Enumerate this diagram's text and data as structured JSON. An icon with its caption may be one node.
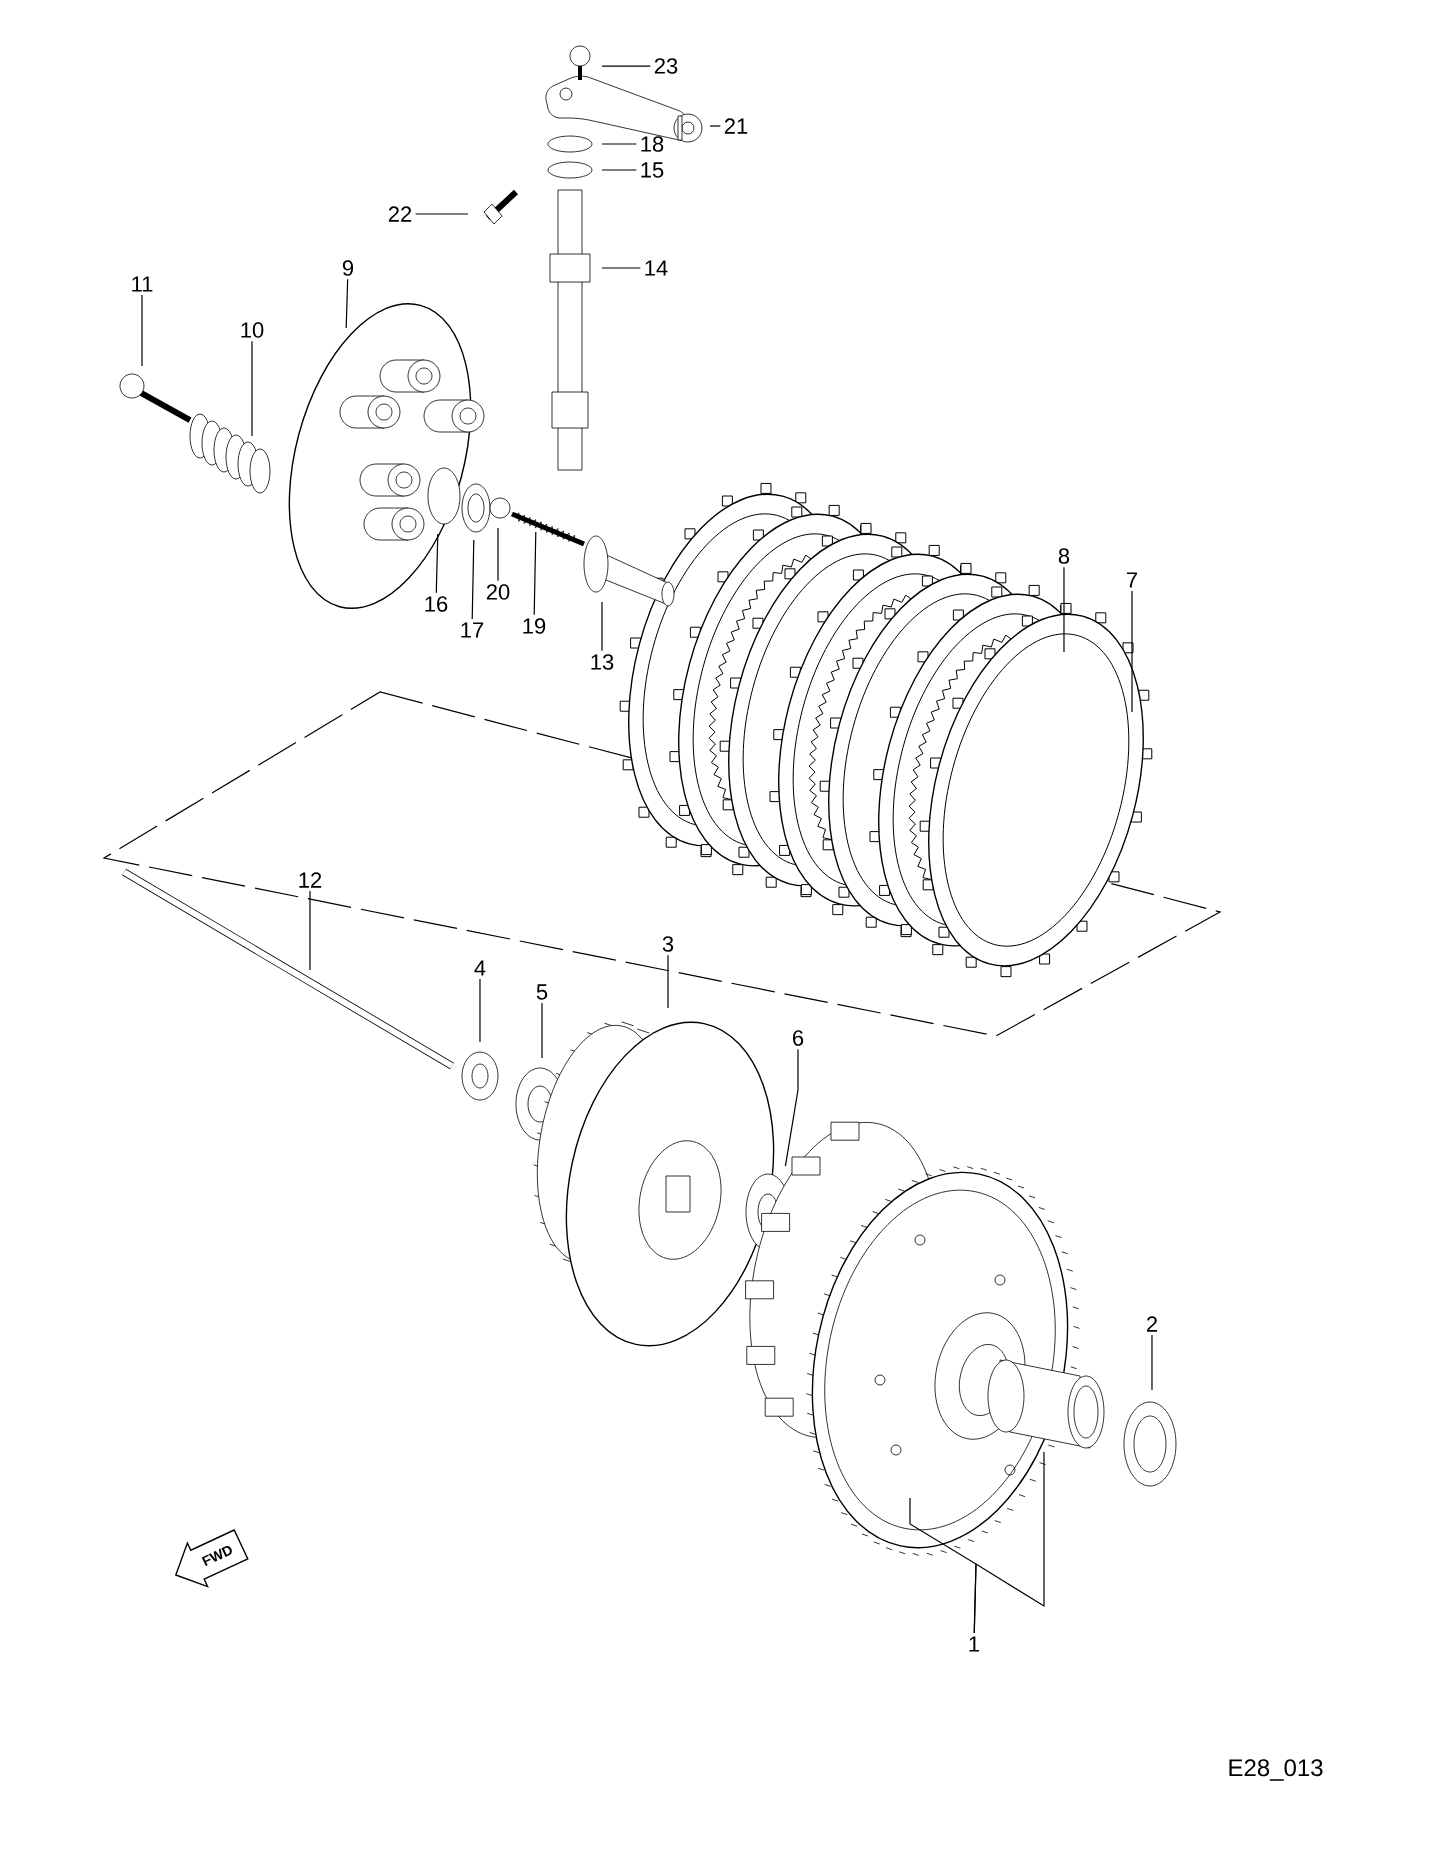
{
  "diagram": {
    "nodes": [
      {
        "text": [
          "23"
        ]
      },
      {
        "text": [
          "21"
        ]
      },
      {
        "text": [
          "18"
        ]
      },
      {
        "text": [
          "15"
        ]
      },
      {
        "text": [
          "22"
        ]
      },
      {
        "text": [
          "14"
        ]
      },
      {
        "text": [
          "9"
        ]
      },
      {
        "text": [
          "11"
        ]
      },
      {
        "text": [
          "10"
        ]
      },
      {
        "text": [
          "16"
        ]
      },
      {
        "text": [
          "20"
        ]
      },
      {
        "text": [
          "17"
        ]
      },
      {
        "text": [
          "19"
        ]
      },
      {
        "text": [
          "13"
        ]
      },
      {
        "text": [
          "8"
        ]
      },
      {
        "text": [
          "7"
        ]
      },
      {
        "text": [
          "12"
        ]
      },
      {
        "text": [
          "4"
        ]
      },
      {
        "text": [
          "3"
        ]
      },
      {
        "text": [
          "5"
        ]
      },
      {
        "text": [
          "6"
        ]
      },
      {
        "text": [
          "2"
        ]
      },
      {
        "text": [
          "1"
        ]
      }
    ],
    "edges": [
      {
        "from": 0,
        "to": null,
        "arrow": "none"
      },
      {
        "from": 1,
        "to": null,
        "arrow": "none"
      },
      {
        "from": 2,
        "to": null,
        "arrow": "none"
      },
      {
        "from": 3,
        "to": null,
        "arrow": "none"
      },
      {
        "from": 4,
        "to": null,
        "arrow": "none"
      },
      {
        "from": 5,
        "to": null,
        "arrow": "none"
      },
      {
        "from": 6,
        "to": null,
        "arrow": "none"
      },
      {
        "from": 7,
        "to": null,
        "arrow": "none"
      },
      {
        "from": 8,
        "to": null,
        "arrow": "none"
      },
      {
        "from": 9,
        "to": null,
        "arrow": "none"
      },
      {
        "from": 10,
        "to": null,
        "arrow": "none"
      },
      {
        "from": 11,
        "to": null,
        "arrow": "none"
      },
      {
        "from": 12,
        "to": null,
        "arrow": "none"
      },
      {
        "from": 13,
        "to": null,
        "arrow": "none"
      },
      {
        "from": 14,
        "to": null,
        "arrow": "none"
      },
      {
        "from": 15,
        "to": null,
        "arrow": "none"
      },
      {
        "from": 16,
        "to": null,
        "arrow": "none"
      },
      {
        "from": 17,
        "to": null,
        "arrow": "none"
      },
      {
        "from": 18,
        "to": null,
        "arrow": "none"
      },
      {
        "from": 19,
        "to": null,
        "arrow": "none"
      },
      {
        "from": 20,
        "to": null,
        "arrow": "none"
      },
      {
        "from": 21,
        "to": null,
        "arrow": "none"
      },
      {
        "from": 22,
        "to": null,
        "arrow": "none"
      },
      {
        "from": 22,
        "to": null,
        "arrow": "none"
      }
    ],
    "labels": [
      "FWD",
      "E28_013"
    ]
  }
}
